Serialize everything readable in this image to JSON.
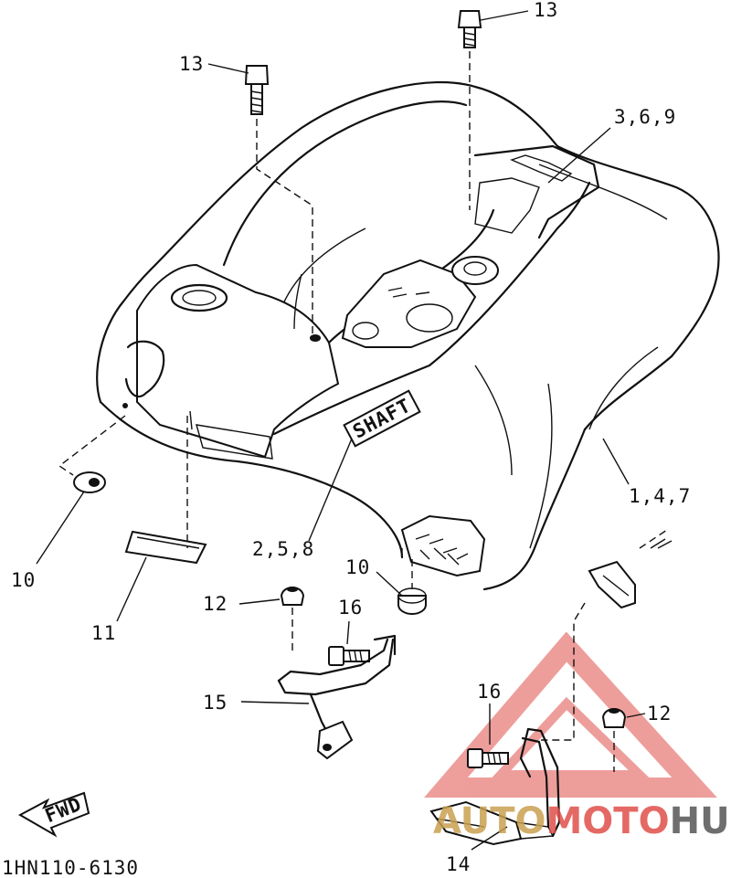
{
  "parts": [
    {
      "id": "p13a",
      "label": "13"
    },
    {
      "id": "p13b",
      "label": "13"
    },
    {
      "id": "p369",
      "label": "3,6,9"
    },
    {
      "id": "p147",
      "label": "1,4,7"
    },
    {
      "id": "p258",
      "label": "2,5,8"
    },
    {
      "id": "p10a",
      "label": "10"
    },
    {
      "id": "p10b",
      "label": "10"
    },
    {
      "id": "p11",
      "label": "11"
    },
    {
      "id": "p12a",
      "label": "12"
    },
    {
      "id": "p12b",
      "label": "12"
    },
    {
      "id": "p16a",
      "label": "16"
    },
    {
      "id": "p16b",
      "label": "16"
    },
    {
      "id": "p15",
      "label": "15"
    },
    {
      "id": "p14",
      "label": "14"
    }
  ],
  "decal": {
    "text": "SHAFT"
  },
  "arrow": {
    "text": "FWD"
  },
  "drawing_code": "1HN110-6130",
  "watermark": {
    "word1": "AUTO",
    "word2": "MOTO",
    "word3": "HUB",
    "color_main": "#e0504a",
    "color_dark": "#555555",
    "color_gold": "#c9a050"
  }
}
